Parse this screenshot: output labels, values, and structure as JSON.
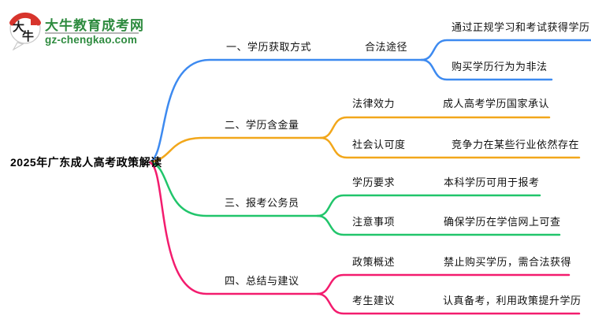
{
  "site": {
    "logo_char_1": "大",
    "logo_char_2": "牛",
    "title": "大牛教育成考网",
    "domain": "gz-chengkao.com",
    "brand_green": "#2e8b3f",
    "logo_red": "#d7342c",
    "divider_gray": "#b5b5b5"
  },
  "mindmap": {
    "root": "2025年广东成人高考政策解读",
    "branches": [
      {
        "label": "一、学历获取方式",
        "color": "#3d8af0",
        "children": [
          {
            "label": "合法途径",
            "leaves": [
              "通过正规学习和考试获得学历",
              "购买学历行为为非法"
            ]
          }
        ]
      },
      {
        "label": "二、学历含金量",
        "color": "#f2a71b",
        "children": [
          {
            "label": "法律效力",
            "leaves": [
              "成人高考学历国家承认"
            ]
          },
          {
            "label": "社会认可度",
            "leaves": [
              "竞争力在某些行业依然存在"
            ]
          }
        ]
      },
      {
        "label": "三、报考公务员",
        "color": "#21c56b",
        "children": [
          {
            "label": "学历要求",
            "leaves": [
              "本科学历可用于报考"
            ]
          },
          {
            "label": "注意事项",
            "leaves": [
              "确保学历在学信网上可查"
            ]
          }
        ]
      },
      {
        "label": "四、总结与建议",
        "color": "#f31c6e",
        "children": [
          {
            "label": "政策概述",
            "leaves": [
              "禁止购买学历，需合法获得"
            ]
          },
          {
            "label": "考生建议",
            "leaves": [
              "认真备考，利用政策提升学历"
            ]
          }
        ]
      }
    ]
  }
}
